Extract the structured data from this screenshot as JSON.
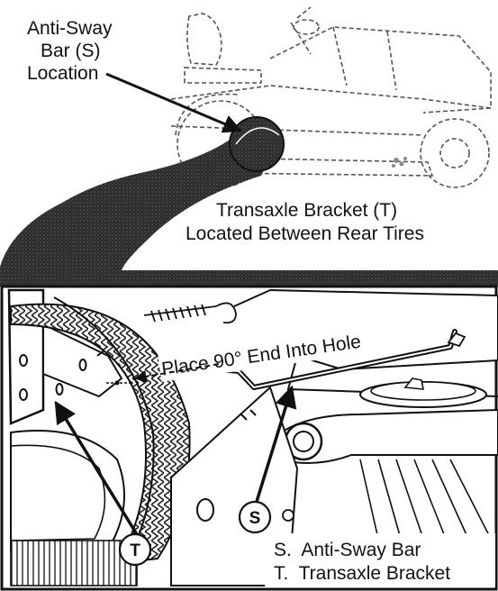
{
  "labels": {
    "anti_sway_location": [
      "Anti-Sway",
      "Bar (S)",
      "Location"
    ],
    "transaxle_bracket_location": [
      "Transaxle Bracket (T)",
      "Located Between Rear Tires"
    ],
    "place_end": "Place 90° End Into Hole"
  },
  "callouts": {
    "s": "S",
    "t": "T"
  },
  "legend": [
    "S.  Anti-Sway Bar",
    "T.  Transaxle Bracket"
  ]
}
